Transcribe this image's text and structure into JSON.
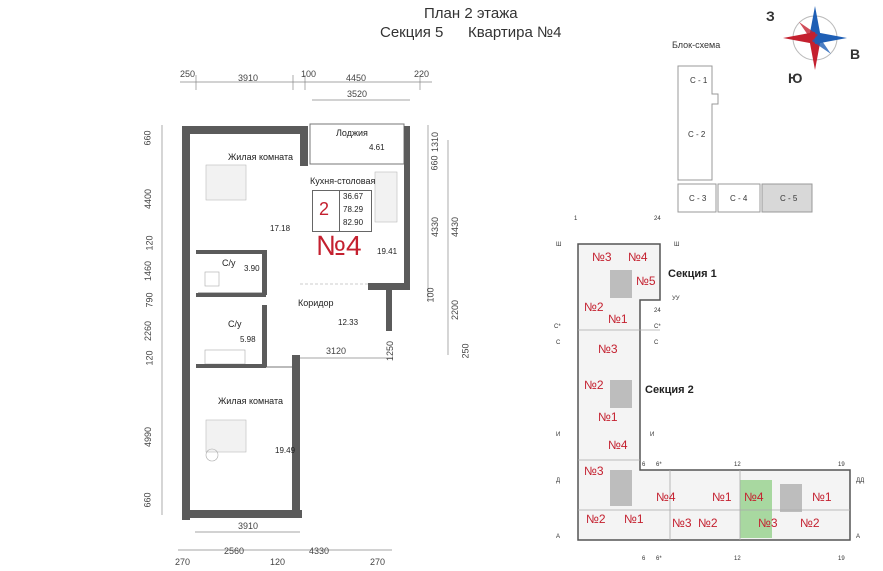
{
  "title": {
    "line1": "План 2 этажа",
    "section": "Секция 5",
    "apartment": "Квартира №4"
  },
  "compass": {
    "north": "З",
    "east": "В",
    "south": "Ю"
  },
  "dimensions": {
    "top": [
      "250",
      "3910",
      "100",
      "4450",
      "220"
    ],
    "top_inner": "3520",
    "left": [
      "660",
      "4400",
      "120",
      "1460",
      "790",
      "2260",
      "120",
      "4990",
      "660"
    ],
    "right_outer": [
      "1310",
      "660",
      "4330",
      "4430",
      "100",
      "2200",
      "250"
    ],
    "inner": [
      "3120",
      "1250"
    ],
    "bottom_inner": "3910",
    "bottom": [
      "270",
      "2560",
      "120",
      "4330",
      "270"
    ]
  },
  "rooms": [
    {
      "name": "Лоджия",
      "area": "4.61"
    },
    {
      "name": "Жилая комната",
      "area": "17.18"
    },
    {
      "name": "Кухня-столовая",
      "area": "19.41"
    },
    {
      "name": "С/у",
      "area": "3.90"
    },
    {
      "name": "Коридор",
      "area": "12.33"
    },
    {
      "name": "С/у",
      "area": "5.98"
    },
    {
      "name": "Жилая комната",
      "area": "19.49"
    }
  ],
  "summary": {
    "rooms_count": "2",
    "living": "36.67",
    "total": "78.29",
    "total_with_loggia": "82.90",
    "number": "№4"
  },
  "block_scheme": {
    "title": "Блок-схема",
    "blocks": [
      "С - 1",
      "С - 2",
      "С - 3",
      "С - 4",
      "С - 5"
    ]
  },
  "key_plan": {
    "section_labels": [
      "Секция 1",
      "Секция 2"
    ],
    "axes": [
      "1",
      "24",
      "Ш",
      "Ш",
      "УУ",
      "24",
      "С*",
      "С*",
      "С",
      "С",
      "И",
      "И",
      "Д",
      "6",
      "6*",
      "12",
      "19",
      "ДД",
      "А",
      "А",
      "6",
      "6*",
      "12",
      "19"
    ],
    "apartments": [
      "№3",
      "№4",
      "№5",
      "№2",
      "№1",
      "№3",
      "№2",
      "№1",
      "№4",
      "№3",
      "№4",
      "№1",
      "№4",
      "№1",
      "№2",
      "№1",
      "№3",
      "№2",
      "№3",
      "№2"
    ]
  },
  "colors": {
    "accent": "#c4202f",
    "wall": "#5b5b5b",
    "highlight": "#a8d8a0",
    "block_active": "#d8d8d8"
  }
}
